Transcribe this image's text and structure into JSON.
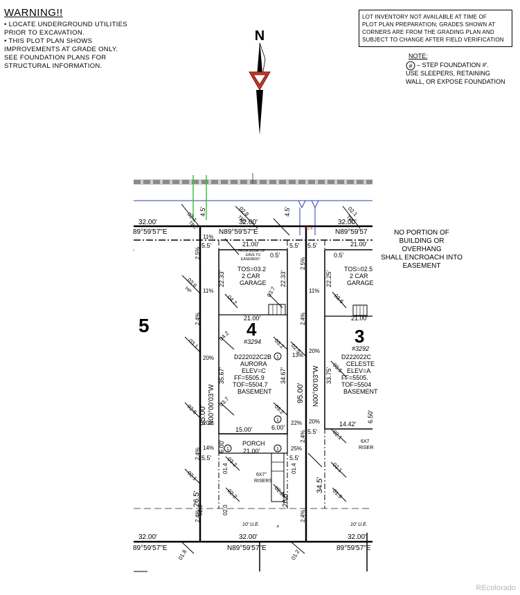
{
  "warning": {
    "title": "WARNING!!",
    "lines": [
      "• LOCATE UNDERGROUND UTILITIES",
      "   PRIOR TO EXCAVATION.",
      "• THIS PLOT PLAN SHOWS",
      "   IMPROVEMENTS AT GRADE ONLY.",
      "   SEE FOUNDATION PLANS FOR",
      "   STRUCTURAL INFORMATION."
    ]
  },
  "lot_inventory_note": [
    "LOT INVENTORY NOT AVAILABLE AT TIME OF",
    "PLOT PLAN PREPARATION; GRADES SHOWN AT",
    "CORNERS ARE FROM THE GRADING PLAN AND",
    "SUBJECT TO CHANGE AFTER FIELD VERIFICATION"
  ],
  "step_note": {
    "heading": "NOTE:",
    "symbol": "#",
    "lines": [
      "–   STEP FOUNDATION #'.",
      "USE SLEEPERS, RETAINING",
      "WALL, OR EXPOSE FOUNDATION"
    ]
  },
  "north_label": "N",
  "easement_note": [
    "NO PORTION OF",
    "BUILDING OR OVERHANG",
    "SHALL ENCROACH INTO",
    "EASEMENT"
  ],
  "lots": {
    "left": "5",
    "center": {
      "number": "4",
      "address": "#3294",
      "plan": "D222022C2B",
      "model": "AURORA",
      "elev": "ELEV=C",
      "ff": "FF=5505.9",
      "tof": "TOF=5504.7",
      "type": "BASEMENT"
    },
    "right": {
      "number": "3",
      "address": "#3292",
      "plan": "D222022C",
      "model": "CELESTE",
      "elev": "ELEV=A",
      "ff": "FF=5505.",
      "tof": "TOF=5504",
      "type": "BASEMENT"
    }
  },
  "garage": {
    "tos_center": "TOS=03.2",
    "tos_right": "TOS=02.5",
    "label1": "2 CAR",
    "label2": "GARAGE"
  },
  "porch": "PORCH",
  "risers": [
    "6X7\"",
    "RISERS"
  ],
  "risers_right": [
    "6X7",
    "RISER"
  ],
  "eave_note": [
    "FROM EDGE OF",
    "EAVE TO",
    "EASEMENT"
  ],
  "dims": {
    "lot_width": "32.00'",
    "house_width": "21.00'",
    "garage_depth_l": "22.33'",
    "garage_depth_r": "22.33'",
    "garage_depth_rr": "22.25'",
    "lot_depth": "95.00'",
    "bearing_side": "N00°00'03\"W",
    "bearing_front": "N89°59'57\"E",
    "bearing_front_short": "89°59'57\"E",
    "bearing_front_r": "N89°59'57",
    "setback_side": "5.5'",
    "setback_front": "4.5'",
    "rear_setback": "26.5'",
    "rear_setback_r": "34.5'",
    "ue": "10' U.E.",
    "porch_w": "15.00'",
    "porch_d": "6.00'",
    "house_depth_l": "35.67'",
    "house_depth_r": "34.67'",
    "house_depth_rr": "33.75'",
    "eave": "0.5'",
    "right_dim": "14.42'",
    "right_dim2": "6.50'",
    "porch_dim": "6.00'"
  },
  "grades": [
    "02.1",
    "02.8",
    "03.1",
    "03.6",
    "04.2",
    "03.7",
    "02.6",
    "03.2",
    "02.5",
    "03.5",
    "02.2",
    "01.8",
    "01.2",
    "01.9",
    "02.0",
    "01.4",
    "02.4"
  ],
  "slopes": [
    "11%",
    "20%",
    "14%",
    "25%",
    "22%",
    "13%",
    "2.5%",
    "2.4%",
    "2.4%"
  ],
  "labels": {
    "tbc": "TBC",
    "hp": "HP",
    "p": "P"
  },
  "watermark": "REcolorado"
}
